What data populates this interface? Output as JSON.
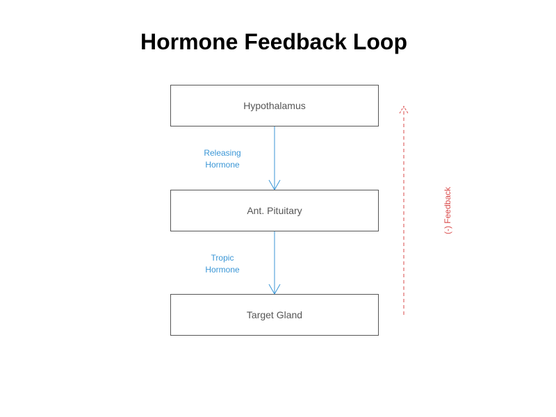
{
  "title": "Hormone Feedback Loop",
  "nodes": [
    {
      "id": "hypothalamus",
      "label": "Hypothalamus"
    },
    {
      "id": "pituitary",
      "label": "Ant. Pituitary"
    },
    {
      "id": "target",
      "label": "Target Gland"
    }
  ],
  "edges": [
    {
      "from": "hypothalamus",
      "to": "pituitary",
      "label_line1": "Releasing",
      "label_line2": "Hormone"
    },
    {
      "from": "pituitary",
      "to": "target",
      "label_line1": "Tropic",
      "label_line2": "Hormone"
    }
  ],
  "feedback": {
    "label": "(-) Feedback",
    "from": "target",
    "to": "hypothalamus",
    "style": "dashed"
  },
  "colors": {
    "arrow": "#3a96d6",
    "feedback": "#d94a4a",
    "box_border": "#555555",
    "box_text": "#555555",
    "title": "#000000"
  }
}
